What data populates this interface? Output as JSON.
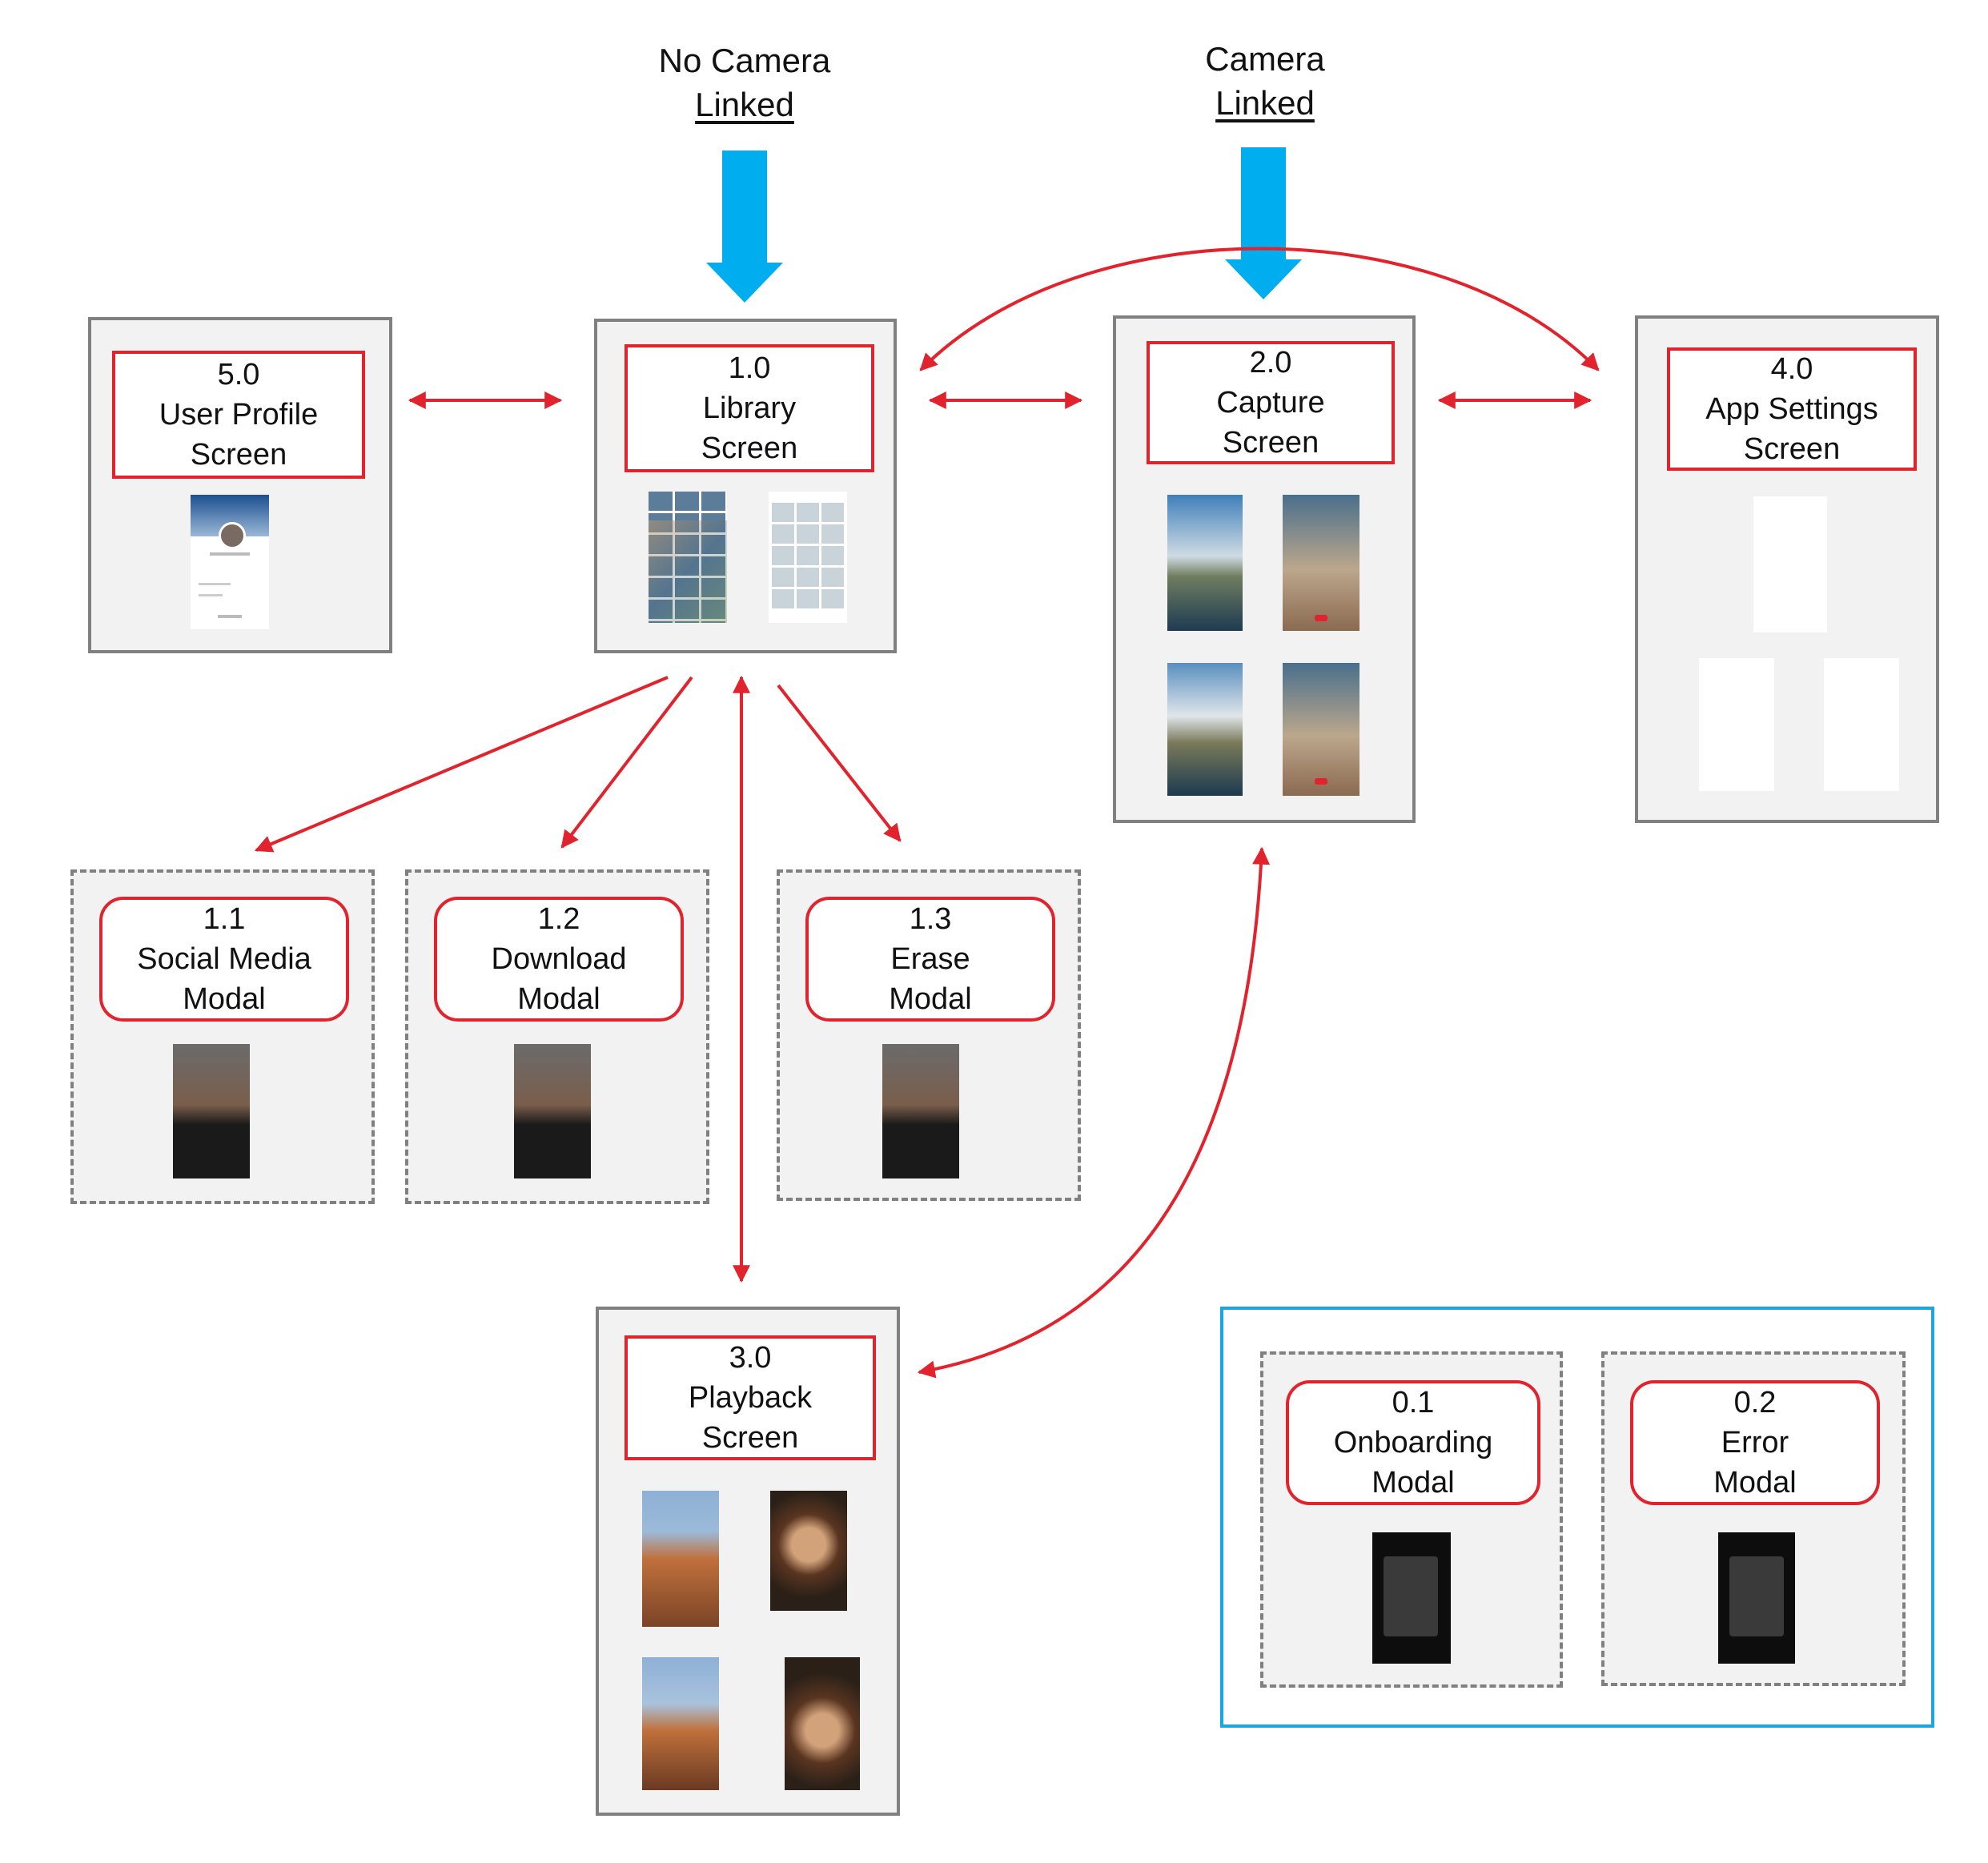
{
  "entry_points": [
    {
      "line1": "No Camera",
      "line2": "Linked"
    },
    {
      "line1": "Camera",
      "line2": "Linked"
    }
  ],
  "nodes": {
    "n50": {
      "id": "5.0",
      "l1": "User Profile",
      "l2": "Screen"
    },
    "n10": {
      "id": "1.0",
      "l1": "Library",
      "l2": "Screen"
    },
    "n20": {
      "id": "2.0",
      "l1": "Capture",
      "l2": "Screen"
    },
    "n40": {
      "id": "4.0",
      "l1": "App Settings",
      "l2": "Screen"
    },
    "n11": {
      "id": "1.1",
      "l1": "Social Media",
      "l2": "Modal"
    },
    "n12": {
      "id": "1.2",
      "l1": "Download",
      "l2": "Modal"
    },
    "n13": {
      "id": "1.3",
      "l1": "Erase",
      "l2": "Modal"
    },
    "n30": {
      "id": "3.0",
      "l1": "Playback",
      "l2": "Screen"
    },
    "n01": {
      "id": "0.1",
      "l1": "Onboarding",
      "l2": "Modal"
    },
    "n02": {
      "id": "0.2",
      "l1": "Error",
      "l2": "Modal"
    }
  },
  "colors": {
    "arrow_red": "#e0232c",
    "entry_blue": "#00aeef",
    "legend_blue": "#1aa7e0",
    "node_border": "#808080",
    "node_fill": "#f2f2f2"
  }
}
